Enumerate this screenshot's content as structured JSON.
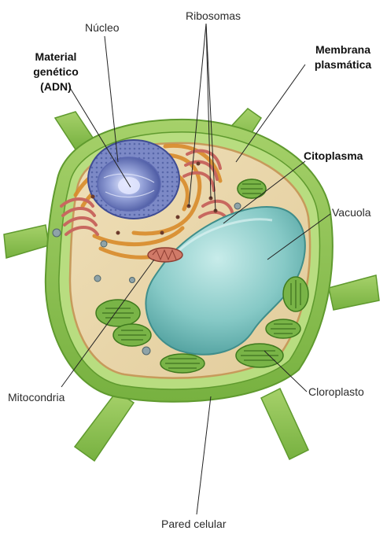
{
  "labels": {
    "nucleo": "Núcleo",
    "ribosomas": "Ribosomas",
    "material_genetico": [
      "Material",
      "genético",
      "(ADN)"
    ],
    "membrana_plasmatica": [
      "Membrana",
      "plasmática"
    ],
    "citoplasma": "Citoplasma",
    "vacuola": "Vacuola",
    "mitocondria": "Mitocondria",
    "cloroplasto": "Cloroplasto",
    "pared_celular": "Pared celular"
  },
  "colors": {
    "cell_wall": "#8cc152",
    "cell_wall_dark": "#5f9a2e",
    "cytoplasm": "#e6d3a6",
    "vacuole": "#7fc6c3",
    "nucleus": "#8f9fd6",
    "golgi": "#c8685f",
    "chloroplast": "#6fae3c",
    "er": "#d98b2b"
  }
}
